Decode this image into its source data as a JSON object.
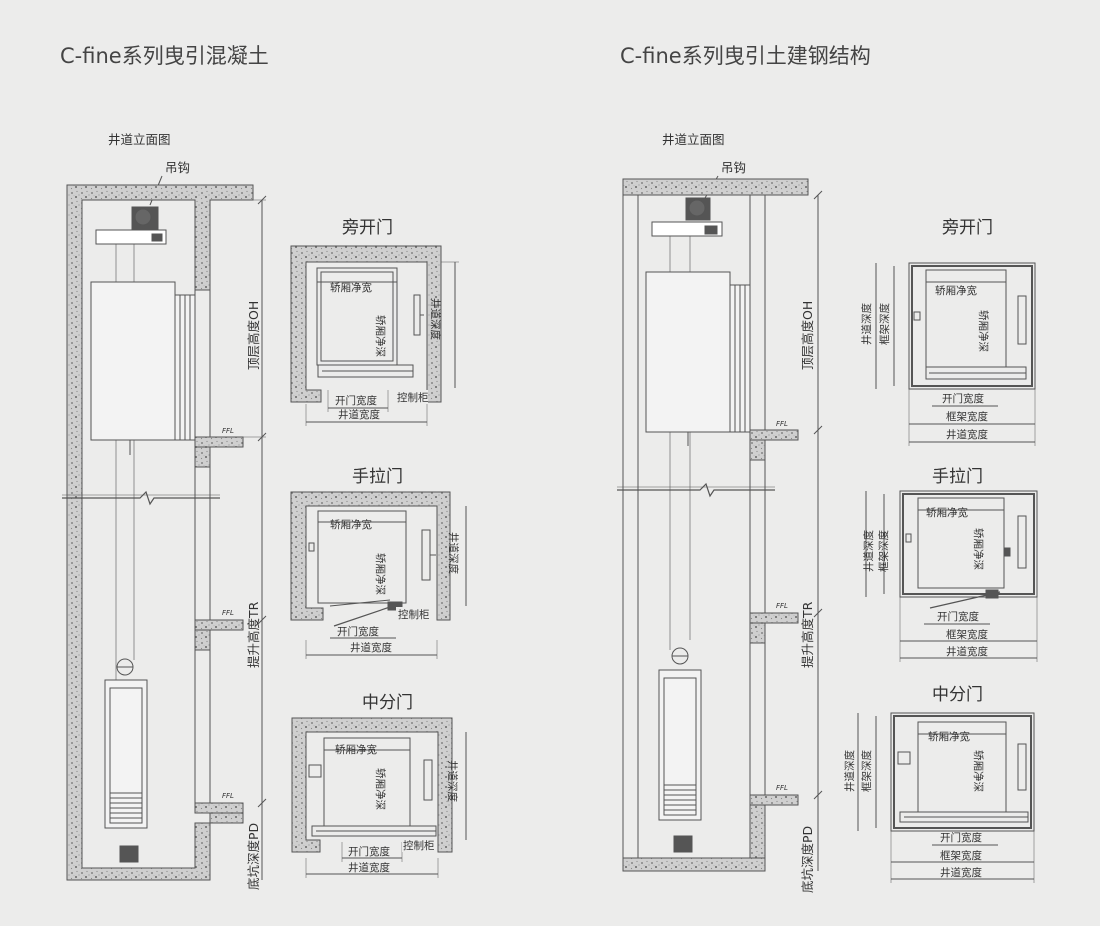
{
  "left": {
    "title": "C-fine系列曳引混凝土",
    "elevation_title": "井道立面图",
    "hook_label": "吊钩",
    "oh_label": "顶层高度OH",
    "tr_label": "提升高度TR",
    "pd_label": "底坑深度PD",
    "ffl_label": "FFL",
    "side_door": {
      "title": "旁开门",
      "car_width": "轿厢净宽",
      "car_depth": "轿厢净深",
      "shaft_depth": "井道深度",
      "door_width": "开门宽度",
      "control": "控制柜",
      "shaft_width": "井道宽度"
    },
    "manual_door": {
      "title": "手拉门",
      "car_width": "轿厢净宽",
      "car_depth": "轿厢净深",
      "shaft_depth": "井道深度",
      "door_width": "开门宽度",
      "control": "控制柜",
      "shaft_width": "井道宽度"
    },
    "center_door": {
      "title": "中分门",
      "car_width": "轿厢净宽",
      "car_depth": "轿厢净深",
      "shaft_depth": "井道深度",
      "door_width": "开门宽度",
      "control": "控制柜",
      "shaft_width": "井道宽度"
    }
  },
  "right": {
    "title": "C-fine系列曳引土建钢结构",
    "elevation_title": "井道立面图",
    "hook_label": "吊钩",
    "oh_label": "顶层高度OH",
    "tr_label": "提升高度TR",
    "pd_label": "底坑深度PD",
    "ffl_label": "FFL",
    "side_door": {
      "title": "旁开门",
      "car_width": "轿厢净宽",
      "car_depth": "轿厢净深",
      "shaft_depth": "井道深度",
      "frame_depth": "框架深度",
      "door_width": "开门宽度",
      "frame_width": "框架宽度",
      "shaft_width": "井道宽度"
    },
    "manual_door": {
      "title": "手拉门",
      "car_width": "轿厢净宽",
      "car_depth": "轿厢净深",
      "shaft_depth": "井道深度",
      "frame_depth": "框架深度",
      "door_width": "开门宽度",
      "frame_width": "框架宽度",
      "shaft_width": "井道宽度"
    },
    "center_door": {
      "title": "中分门",
      "car_width": "轿厢净宽",
      "car_depth": "轿厢净深",
      "shaft_depth": "井道深度",
      "frame_depth": "框架深度",
      "door_width": "开门宽度",
      "frame_width": "框架宽度",
      "shaft_width": "井道宽度"
    }
  },
  "colors": {
    "background": "#ececeb",
    "line": "#555555",
    "concrete": "#cfcfcf",
    "speckle": "#7a7a7a"
  }
}
